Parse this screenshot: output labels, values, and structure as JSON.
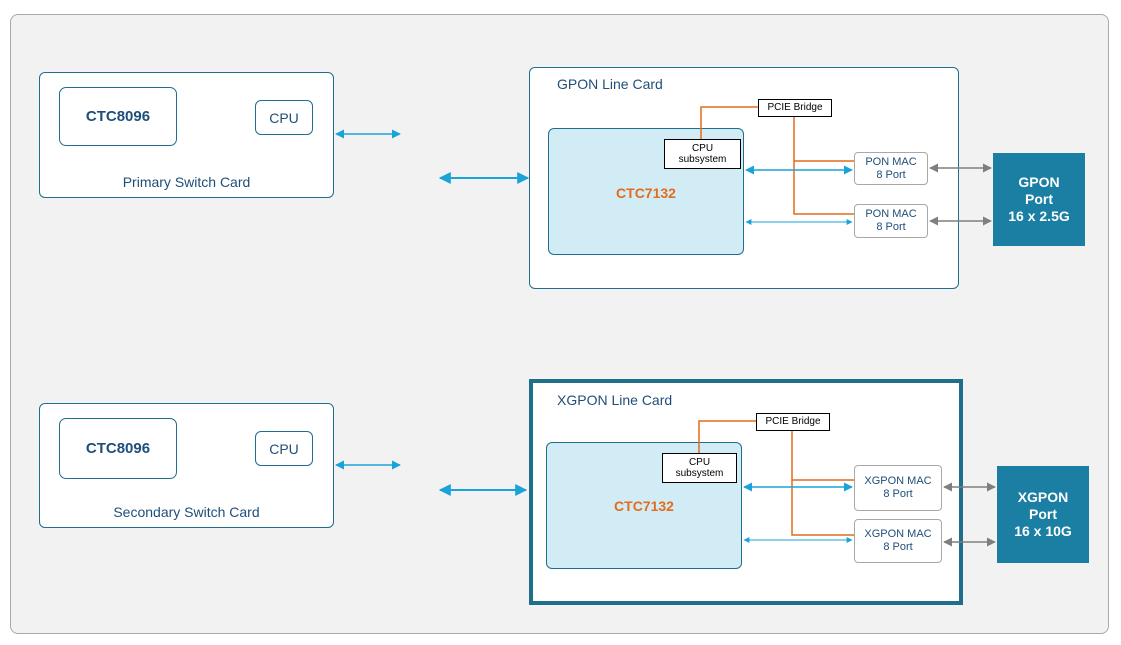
{
  "primary_card": {
    "chip": "CTC8096",
    "cpu": "CPU",
    "label": "Primary Switch Card"
  },
  "secondary_card": {
    "chip": "CTC8096",
    "cpu": "CPU",
    "label": "Secondary Switch Card"
  },
  "gpon_card": {
    "title": "GPON Line Card",
    "asic": "CTC7132",
    "cpu_line1": "CPU",
    "cpu_line2": "subsystem",
    "bridge": "PCIE Bridge",
    "mac1_line1": "PON MAC",
    "mac1_line2": "8 Port",
    "mac2_line1": "PON MAC",
    "mac2_line2": "8 Port",
    "port_line1": "GPON",
    "port_line2": "Port",
    "port_line3": "16 x 2.5G"
  },
  "xgpon_card": {
    "title": "XGPON Line Card",
    "asic": "CTC7132",
    "cpu_line1": "CPU",
    "cpu_line2": "subsystem",
    "bridge": "PCIE Bridge",
    "mac1_line1": "XGPON MAC",
    "mac1_line2": "8 Port",
    "mac2_line1": "XGPON MAC",
    "mac2_line2": "8 Port",
    "port_line1": "XGPON",
    "port_line2": "Port",
    "port_line3": "16 x 10G"
  },
  "colors": {
    "blue_link": "#1aa3d9",
    "pcie": "#e36c1d",
    "port": "#1a7fa3",
    "gray_link": "#7f7f7f"
  }
}
